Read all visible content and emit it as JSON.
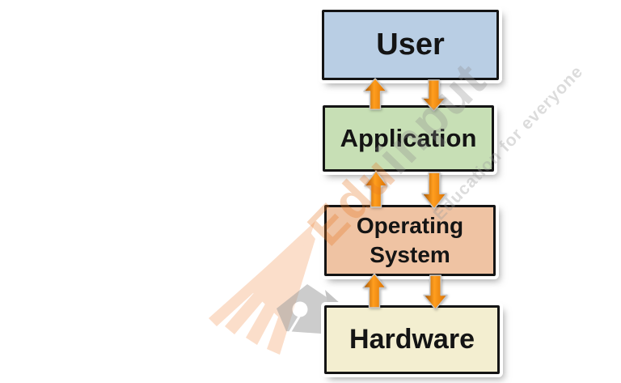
{
  "diagram": {
    "description": "Layered computer system architecture with bidirectional communication arrows",
    "boxes": [
      {
        "id": "user",
        "label": "User",
        "fill": "#b9cee4"
      },
      {
        "id": "application",
        "label": "Application",
        "fill": "#c7dfb5"
      },
      {
        "id": "operating-system",
        "label": "Operating System",
        "fill": "#efc3a3"
      },
      {
        "id": "hardware",
        "label": "Hardware",
        "fill": "#f3eed0"
      }
    ],
    "arrows": [
      {
        "between": "user-application",
        "directions": [
          "up",
          "down"
        ]
      },
      {
        "between": "application-operating-system",
        "directions": [
          "up",
          "down"
        ]
      },
      {
        "between": "operating-system-hardware",
        "directions": [
          "up",
          "down"
        ]
      }
    ],
    "colors": {
      "box_border": "#141414",
      "arrow_dark": "#9e4f00",
      "arrow_bright": "#ff9e1f",
      "arrow_mid": "#d96f00",
      "arrow_outline": "#c8c8c8"
    }
  },
  "watermark": {
    "brand_edu": "Edu",
    "brand_input": "input",
    "tagline": "Education for everyone",
    "colors": {
      "edu": "#e87722",
      "input": "#8c8c8c",
      "tagline": "#9c9c9c",
      "logo_fan": "#f6b183",
      "logo_nib": "#9b9b9b"
    }
  }
}
